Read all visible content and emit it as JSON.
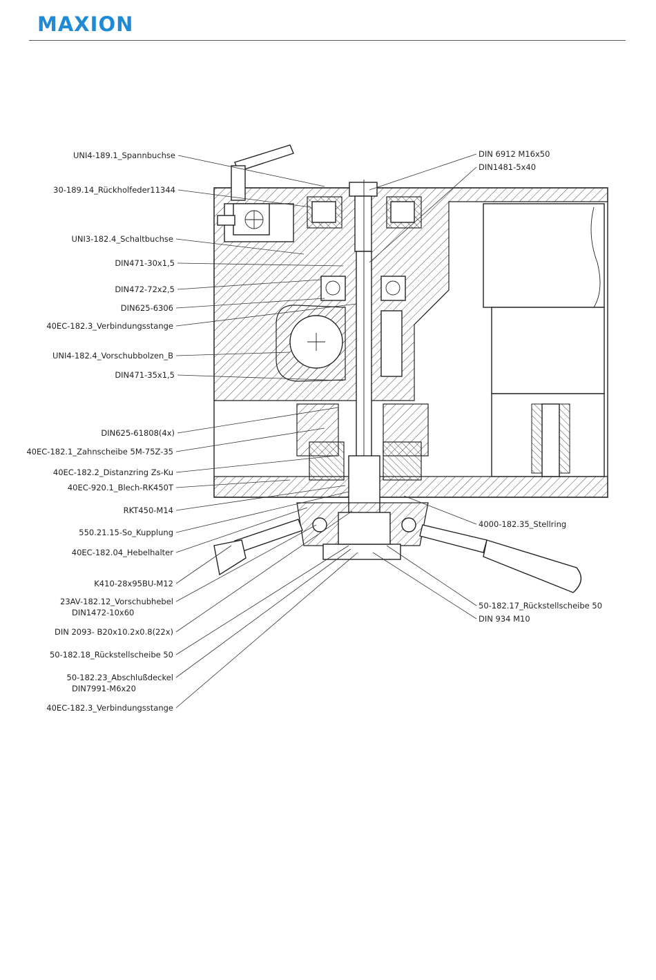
{
  "header": {
    "logo": "MAXION"
  },
  "labels_left": [
    {
      "text": "UNI4-189.1_Spannbuchse"
    },
    {
      "text": "30-189.14_Rückholfeder11344"
    },
    {
      "text": "UNI3-182.4_Schaltbuchse"
    },
    {
      "text": "DIN471-30x1,5"
    },
    {
      "text": "DIN472-72x2,5"
    },
    {
      "text": "DIN625-6306"
    },
    {
      "text": "40EC-182.3_Verbindungsstange"
    },
    {
      "text": "UNI4-182.4_Vorschubbolzen_B"
    },
    {
      "text": "DIN471-35x1,5"
    },
    {
      "text": "DIN625-61808(4x)"
    },
    {
      "text": "40EC-182.1_Zahnscheibe 5M-75Z-35"
    },
    {
      "text": "40EC-182.2_Distanzring Zs-Ku"
    },
    {
      "text": "40EC-920.1_Blech-RK450T"
    },
    {
      "text": "RKT450-M14"
    },
    {
      "text": "550.21.15-So_Kupplung"
    },
    {
      "text": "40EC-182.04_Hebelhalter"
    },
    {
      "text": "K410-28x95BU-M12"
    },
    {
      "text": "23AV-182.12_Vorschubhebel"
    },
    {
      "text": "DIN1472-10x60"
    },
    {
      "text": "DIN 2093- B20x10.2x0.8(22x)"
    },
    {
      "text": "50-182.18_Rückstellscheibe 50"
    },
    {
      "text": "50-182.23_Abschlußdeckel"
    },
    {
      "text": "DIN7991-M6x20"
    },
    {
      "text": "40EC-182.3_Verbindungsstange"
    }
  ],
  "labels_right": [
    {
      "text": "DIN 6912 M16x50"
    },
    {
      "text": "DIN1481-5x40"
    },
    {
      "text": "4000-182.35_Stellring"
    },
    {
      "text": "50-182.17_Rückstellscheibe 50"
    },
    {
      "text": "DIN 934 M10"
    }
  ]
}
